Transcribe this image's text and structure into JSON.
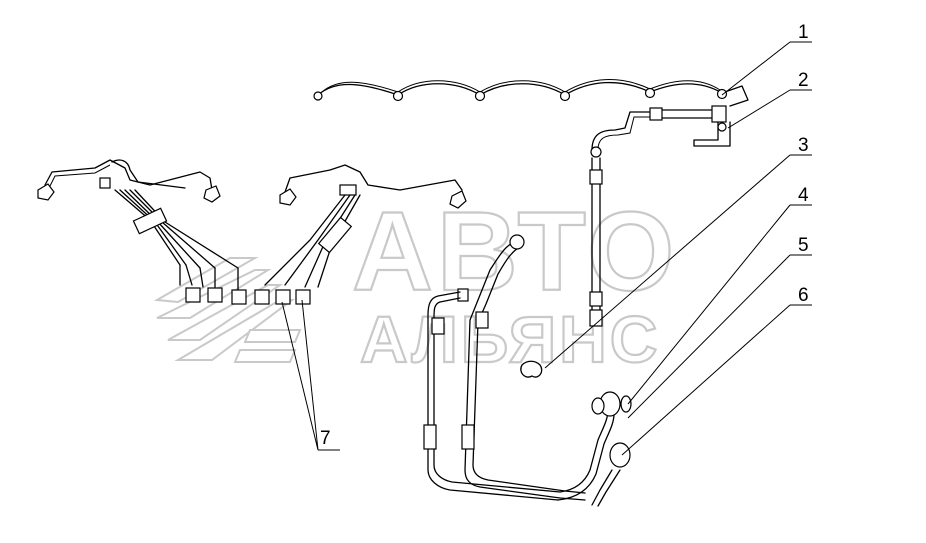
{
  "watermark": {
    "line1": "АВТО",
    "line2": "АЛЬЯНС"
  },
  "callouts": [
    {
      "id": "1",
      "label": "1"
    },
    {
      "id": "2",
      "label": "2"
    },
    {
      "id": "3",
      "label": "3"
    },
    {
      "id": "4",
      "label": "4"
    },
    {
      "id": "5",
      "label": "5"
    },
    {
      "id": "6",
      "label": "6"
    },
    {
      "id": "7",
      "label": "7"
    }
  ]
}
